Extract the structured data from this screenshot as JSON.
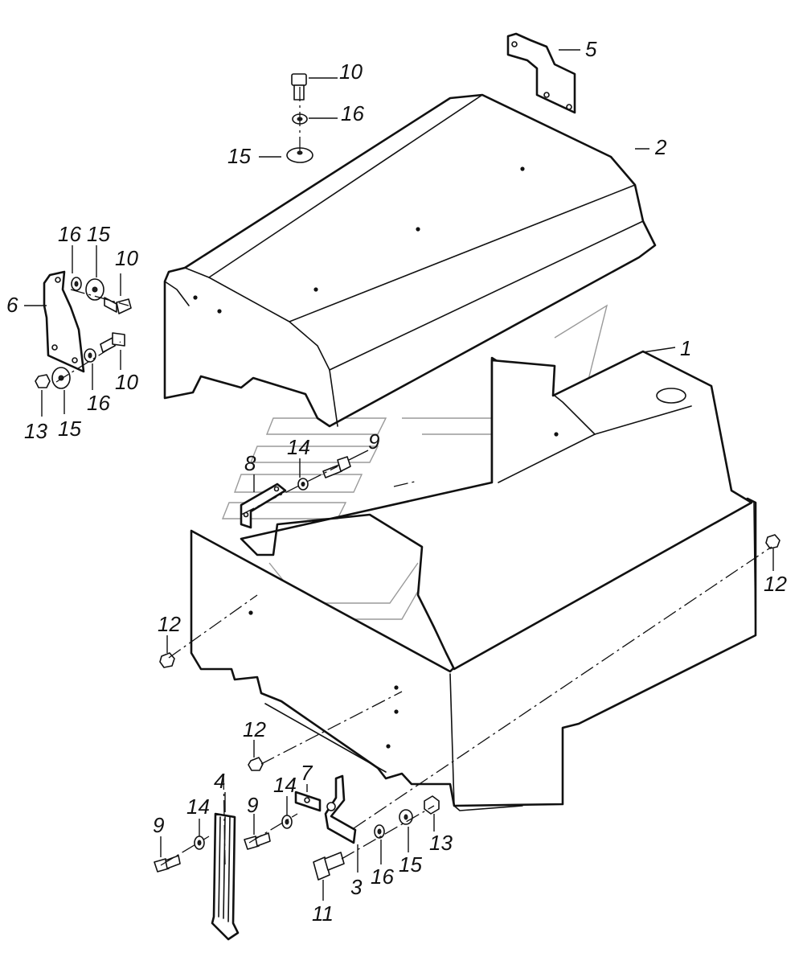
{
  "diagram": {
    "callouts": [
      {
        "id": "c-10-top",
        "text": "10"
      },
      {
        "id": "c-16-top",
        "text": "16"
      },
      {
        "id": "c-15-top",
        "text": "15"
      },
      {
        "id": "c-5",
        "text": "5"
      },
      {
        "id": "c-2",
        "text": "2"
      },
      {
        "id": "c-16-left-a",
        "text": "16"
      },
      {
        "id": "c-15-left-a",
        "text": "15"
      },
      {
        "id": "c-10-left-a",
        "text": "10"
      },
      {
        "id": "c-6",
        "text": "6"
      },
      {
        "id": "c-10-left-b",
        "text": "10"
      },
      {
        "id": "c-16-left-b",
        "text": "16"
      },
      {
        "id": "c-13-left",
        "text": "13"
      },
      {
        "id": "c-15-left-b",
        "text": "15"
      },
      {
        "id": "c-1",
        "text": "1"
      },
      {
        "id": "c-14-mid",
        "text": "14"
      },
      {
        "id": "c-9-mid",
        "text": "9"
      },
      {
        "id": "c-8",
        "text": "8"
      },
      {
        "id": "c-12-right",
        "text": "12"
      },
      {
        "id": "c-12-left",
        "text": "12"
      },
      {
        "id": "c-12-bottom",
        "text": "12"
      },
      {
        "id": "c-7",
        "text": "7"
      },
      {
        "id": "c-4",
        "text": "4"
      },
      {
        "id": "c-14-bottom-b",
        "text": "14"
      },
      {
        "id": "c-9-bottom-b",
        "text": "9"
      },
      {
        "id": "c-14-bottom-a",
        "text": "14"
      },
      {
        "id": "c-9-bottom-a",
        "text": "9"
      },
      {
        "id": "c-13-bottom",
        "text": "13"
      },
      {
        "id": "c-15-bottom",
        "text": "15"
      },
      {
        "id": "c-16-bottom",
        "text": "16"
      },
      {
        "id": "c-3",
        "text": "3"
      },
      {
        "id": "c-11",
        "text": "11"
      }
    ]
  }
}
